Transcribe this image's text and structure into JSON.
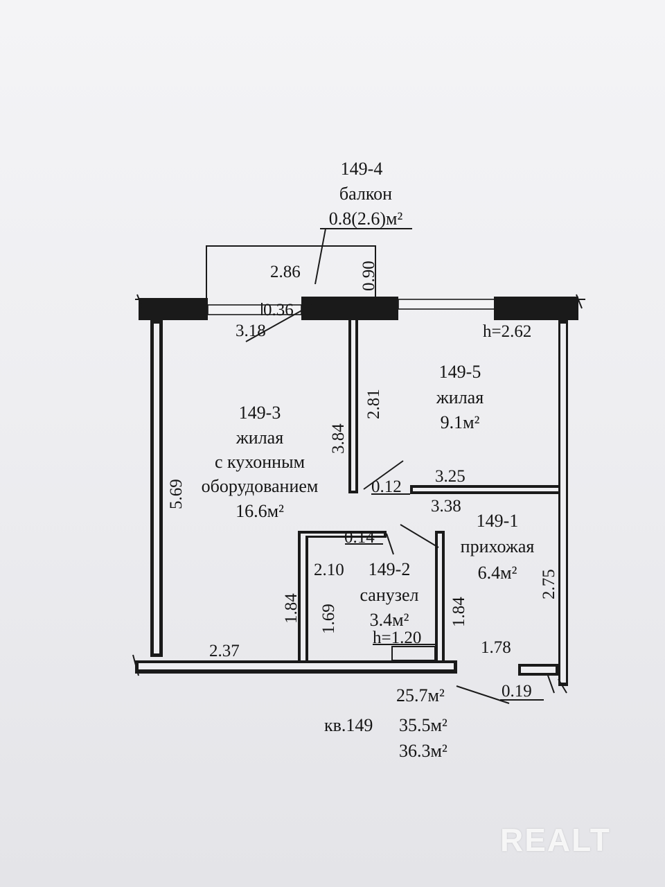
{
  "balcony": {
    "id": "149-4",
    "name": "балкон",
    "area": "0.8(2.6)м²"
  },
  "rooms": {
    "living_kitchen": {
      "id": "149-3",
      "line1": "жилая",
      "line2": "с кухонным",
      "line3": "оборудованием",
      "area": "16.6м²"
    },
    "bedroom": {
      "id": "149-5",
      "name": "жилая",
      "area": "9.1м²"
    },
    "hall": {
      "id": "149-1",
      "name": "прихожая",
      "area": "6.4м²"
    },
    "bathroom": {
      "id": "149-2",
      "name": "санузел",
      "area": "3.4м²",
      "height": "h=1.20"
    }
  },
  "dims": {
    "balcony_w": "2.86",
    "balcony_d": "0.90",
    "window_gap": "0.36",
    "living_w": "3.18",
    "ceiling_h": "h=2.62",
    "left_len": "5.69",
    "partition_a": "3.84",
    "partition_b": "2.81",
    "wall_012": "0.12",
    "bed_w": "3.25",
    "hall_w": "3.38",
    "wall_014": "0.14",
    "bath_w": "2.10",
    "bath_outer_h": "1.84",
    "bath_inner_h": "1.69",
    "bath_right_h": "1.84",
    "hall_h": "2.75",
    "bottom_left": "2.37",
    "hall_bottom": "1.78",
    "wall_019": "0.19"
  },
  "totals": {
    "living_area": "25.7м²",
    "apartment": "кв.149",
    "total_area": "35.5м²",
    "total_with_balcony": "36.3м²"
  },
  "watermark": "REALT"
}
